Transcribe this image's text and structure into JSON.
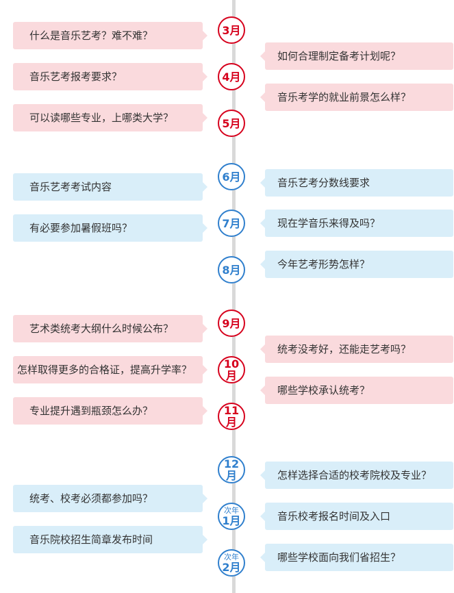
{
  "months": {
    "m3": "3月",
    "m4": "4月",
    "m5": "5月",
    "m6": "6月",
    "m7": "7月",
    "m8": "8月",
    "m9": "9月",
    "m10": "10月",
    "m11": "11月",
    "m12": "12月",
    "next_prefix": "次年",
    "m1": "1月",
    "m2": "2月"
  },
  "questions": {
    "q1": "什么是音乐艺考？难不难？",
    "q2": "如何合理制定备考计划呢？",
    "q3": "音乐艺考报考要求？",
    "q4": "音乐考学的就业前景怎么样？",
    "q5": "可以读哪些专业，上哪类大学？",
    "q6": "音乐艺考考试内容",
    "q7": "音乐艺考分数线要求",
    "q8": "有必要参加暑假班吗？",
    "q9": "现在学音乐来得及吗？",
    "q10": "今年艺考形势怎样？",
    "q11": "艺术类统考大纲什么时候公布？",
    "q12": "统考没考好，还能走艺考吗？",
    "q13": "怎样取得更多的合格证，提高升学率？",
    "q14": "哪些学校承认统考？",
    "q15": "专业提升遇到瓶颈怎么办？",
    "q16": "怎样选择合适的校考院校及专业？",
    "q17": "统考、校考必须都参加吗？",
    "q18": "音乐校考报名时间及入口",
    "q19": "音乐院校招生简章发布时间",
    "q20": "哪些学校面向我们省招生？"
  },
  "colors": {
    "red_accent": "#d6001c",
    "blue_accent": "#2f7fcd",
    "pink_card": "#fadadd",
    "blue_card": "#d9eef9",
    "timeline": "#d9d9d9"
  }
}
